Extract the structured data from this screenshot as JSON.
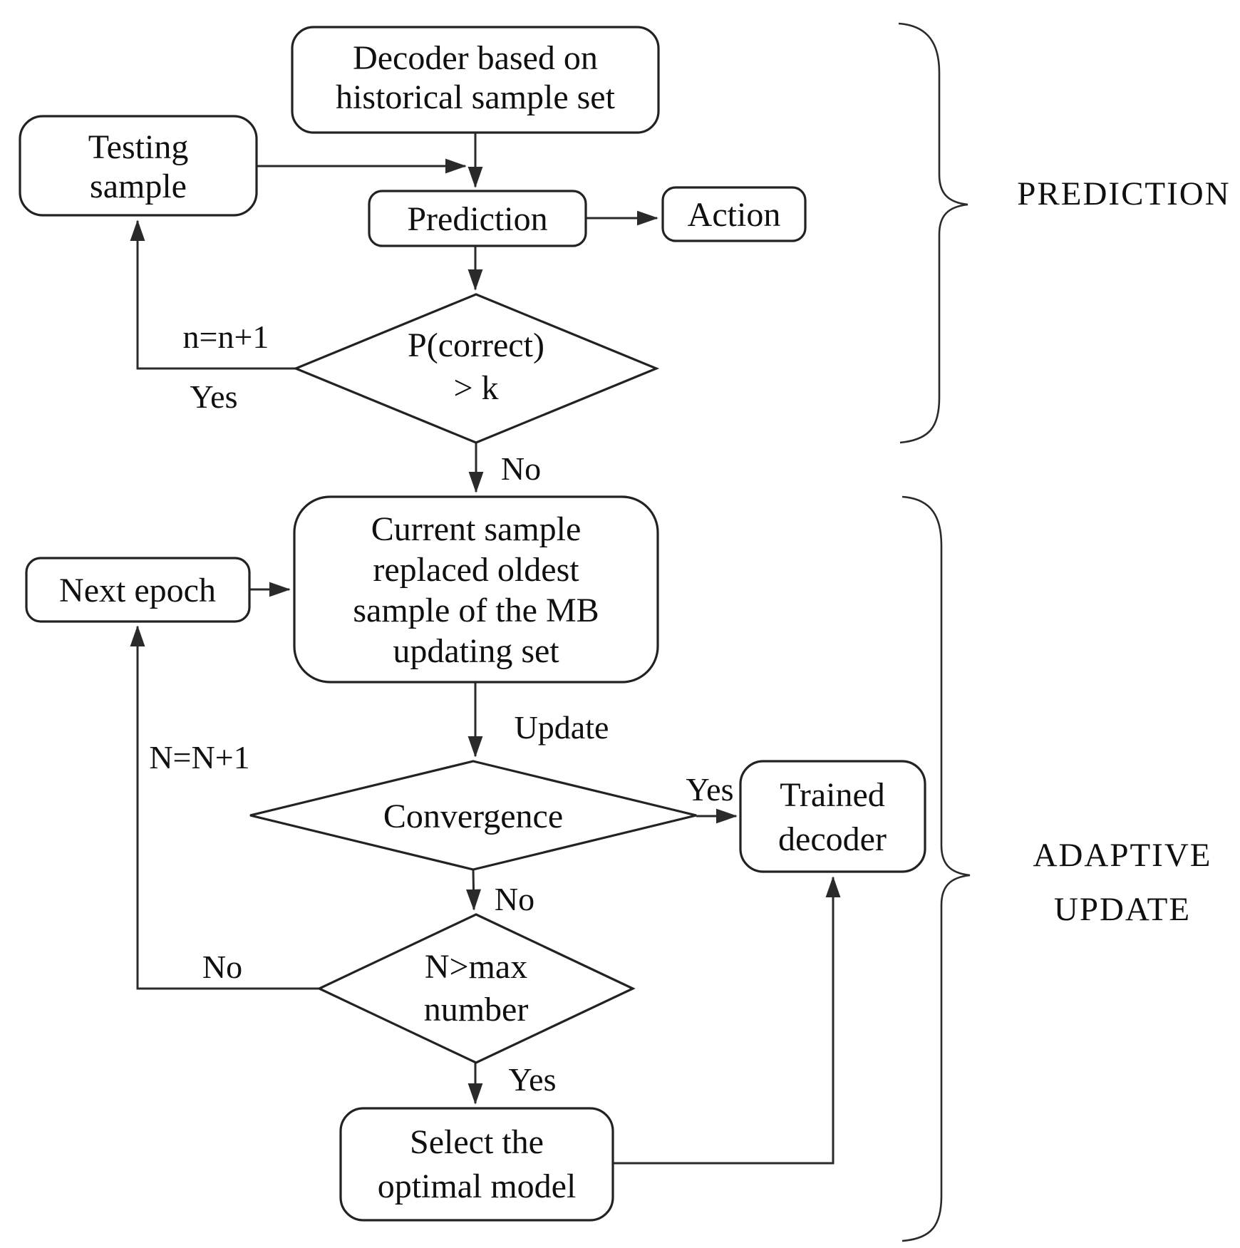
{
  "diagram": {
    "nodes": {
      "decoder": {
        "lines": [
          "Decoder based on",
          "historical sample set"
        ]
      },
      "testing_sample": {
        "lines": [
          "Testing",
          "sample"
        ]
      },
      "prediction": {
        "label": "Prediction"
      },
      "action": {
        "label": "Action"
      },
      "p_correct": {
        "lines": [
          "P(correct)",
          "> k"
        ]
      },
      "current_sample": {
        "lines": [
          "Current sample",
          "replaced oldest",
          "sample of the MB",
          "updating set"
        ]
      },
      "next_epoch": {
        "label": "Next epoch"
      },
      "convergence": {
        "label": "Convergence"
      },
      "trained_decoder": {
        "lines": [
          "Trained",
          "decoder"
        ]
      },
      "n_max": {
        "lines": [
          "N>max",
          "number"
        ]
      },
      "select_model": {
        "lines": [
          "Select the",
          "optimal model"
        ]
      }
    },
    "edge_labels": {
      "n_increment": "n=n+1",
      "yes_p_correct": "Yes",
      "no_p_correct": "No",
      "update": "Update",
      "N_increment": "N=N+1",
      "yes_convergence": "Yes",
      "no_convergence": "No",
      "no_n_max": "No",
      "yes_n_max": "Yes"
    },
    "sections": {
      "prediction_label": "PREDICTION",
      "adaptive_line1": "ADAPTIVE",
      "adaptive_line2": "UPDATE"
    },
    "colors": {
      "line": "#2a2a2a",
      "node_fill": "#ffffff",
      "text": "#101010",
      "background": "#ffffff"
    }
  }
}
